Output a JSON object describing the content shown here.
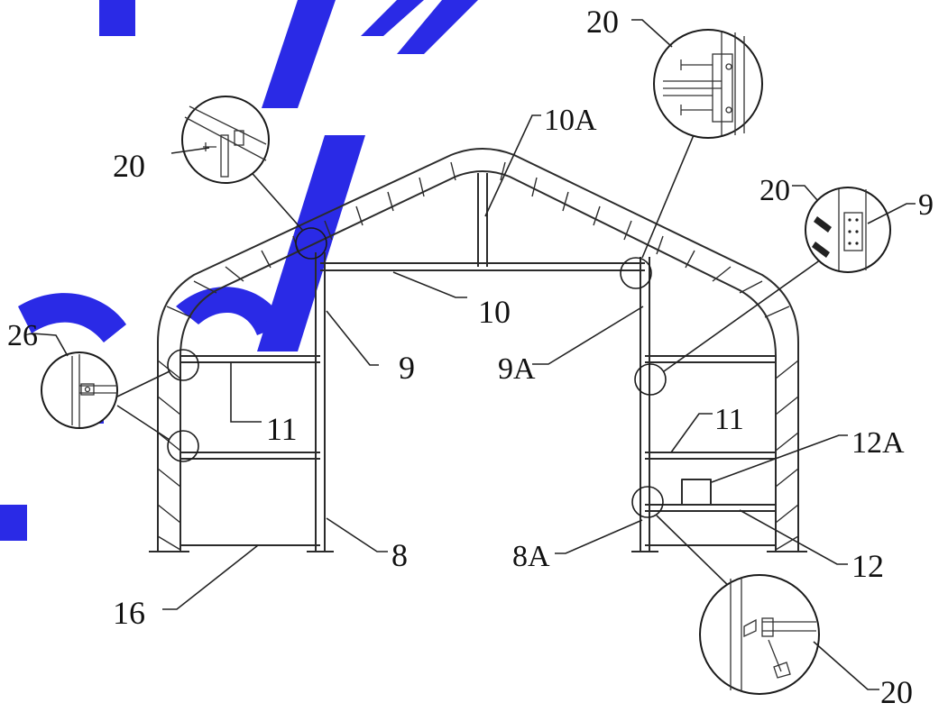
{
  "diagram": {
    "watermark_color": "#2a2ae6",
    "line_color": "#2b2b2b",
    "labels": {
      "l20_top_right": "20",
      "l10a": "10A",
      "l20_left": "20",
      "l20_right": "20",
      "l9_right": "9",
      "l26": "26",
      "l10": "10",
      "l9": "9",
      "l9a": "9A",
      "l11_left": "11",
      "l11_right": "11",
      "l12a": "12A",
      "l8": "8",
      "l8a": "8A",
      "l12": "12",
      "l16": "16",
      "l20_bottom": "20"
    }
  }
}
